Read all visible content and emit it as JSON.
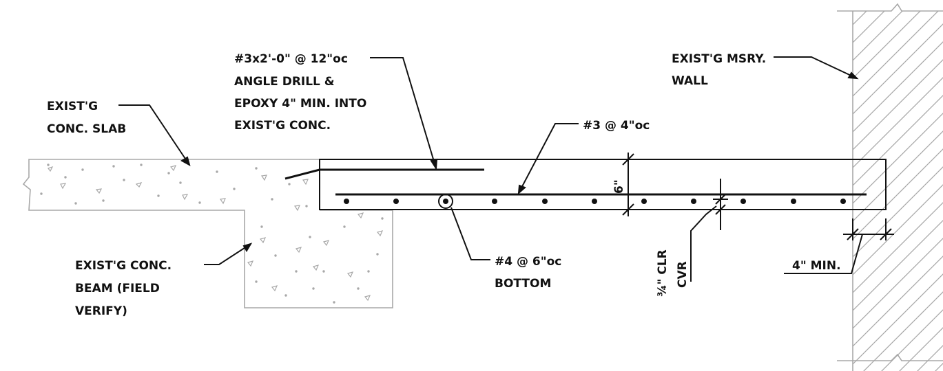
{
  "colors": {
    "ink": "#111111",
    "existing": "#a8a8a8",
    "background": "#ffffff"
  },
  "labels": {
    "slab": {
      "line1": "EXIST'G",
      "line2": "CONC. SLAB"
    },
    "dowel": {
      "line1": "#3x2'-0\" @ 12\"oc",
      "line2": "ANGLE DRILL &",
      "line3": "EPOXY 4\" MIN. INTO",
      "line4": "EXIST'G CONC."
    },
    "top_bar": {
      "text": "#3 @ 4\"oc"
    },
    "wall": {
      "line1": "EXIST'G MSRY.",
      "line2": "WALL"
    },
    "beam": {
      "line1": "EXIST'G CONC.",
      "line2": "BEAM (FIELD",
      "line3": "VERIFY)"
    },
    "bottom_bar": {
      "line1": "#4 @ 6\"oc",
      "line2": "BOTTOM"
    },
    "thickness": {
      "text": "6\""
    },
    "cover": {
      "line1": "¾\" CLR",
      "line2": "CVR"
    },
    "bearing": {
      "text": "4\" MIN."
    }
  }
}
